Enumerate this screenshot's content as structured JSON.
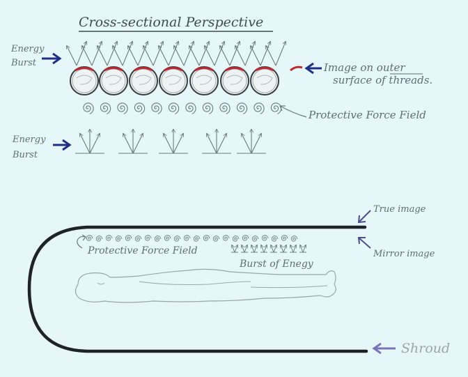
{
  "title": "Cross-sectional Perspective",
  "top": {
    "energy_burst_label_1": "Energy",
    "energy_burst_label_2": "Burst",
    "image_label_1": "Image on outer",
    "image_label_2": "surface of threads.",
    "force_field_label": "Protective Force Field",
    "energy_burst2_label_1": "Energy",
    "energy_burst2_label_2": "Burst"
  },
  "bottom": {
    "force_field_label": "Protective Force Field",
    "burst_label": "Burst of Enegy",
    "true_image_label": "True image",
    "mirror_image_label": "Mirror image",
    "shroud_label": "Shroud"
  },
  "colors": {
    "paper": "#e6f7f9",
    "pencil": "#5d6f74",
    "arrow_blue": "#1f2f86",
    "image_red": "#c0282e",
    "shroud_ink": "#1d2326",
    "lavender_arrow": "#7a76b8"
  }
}
